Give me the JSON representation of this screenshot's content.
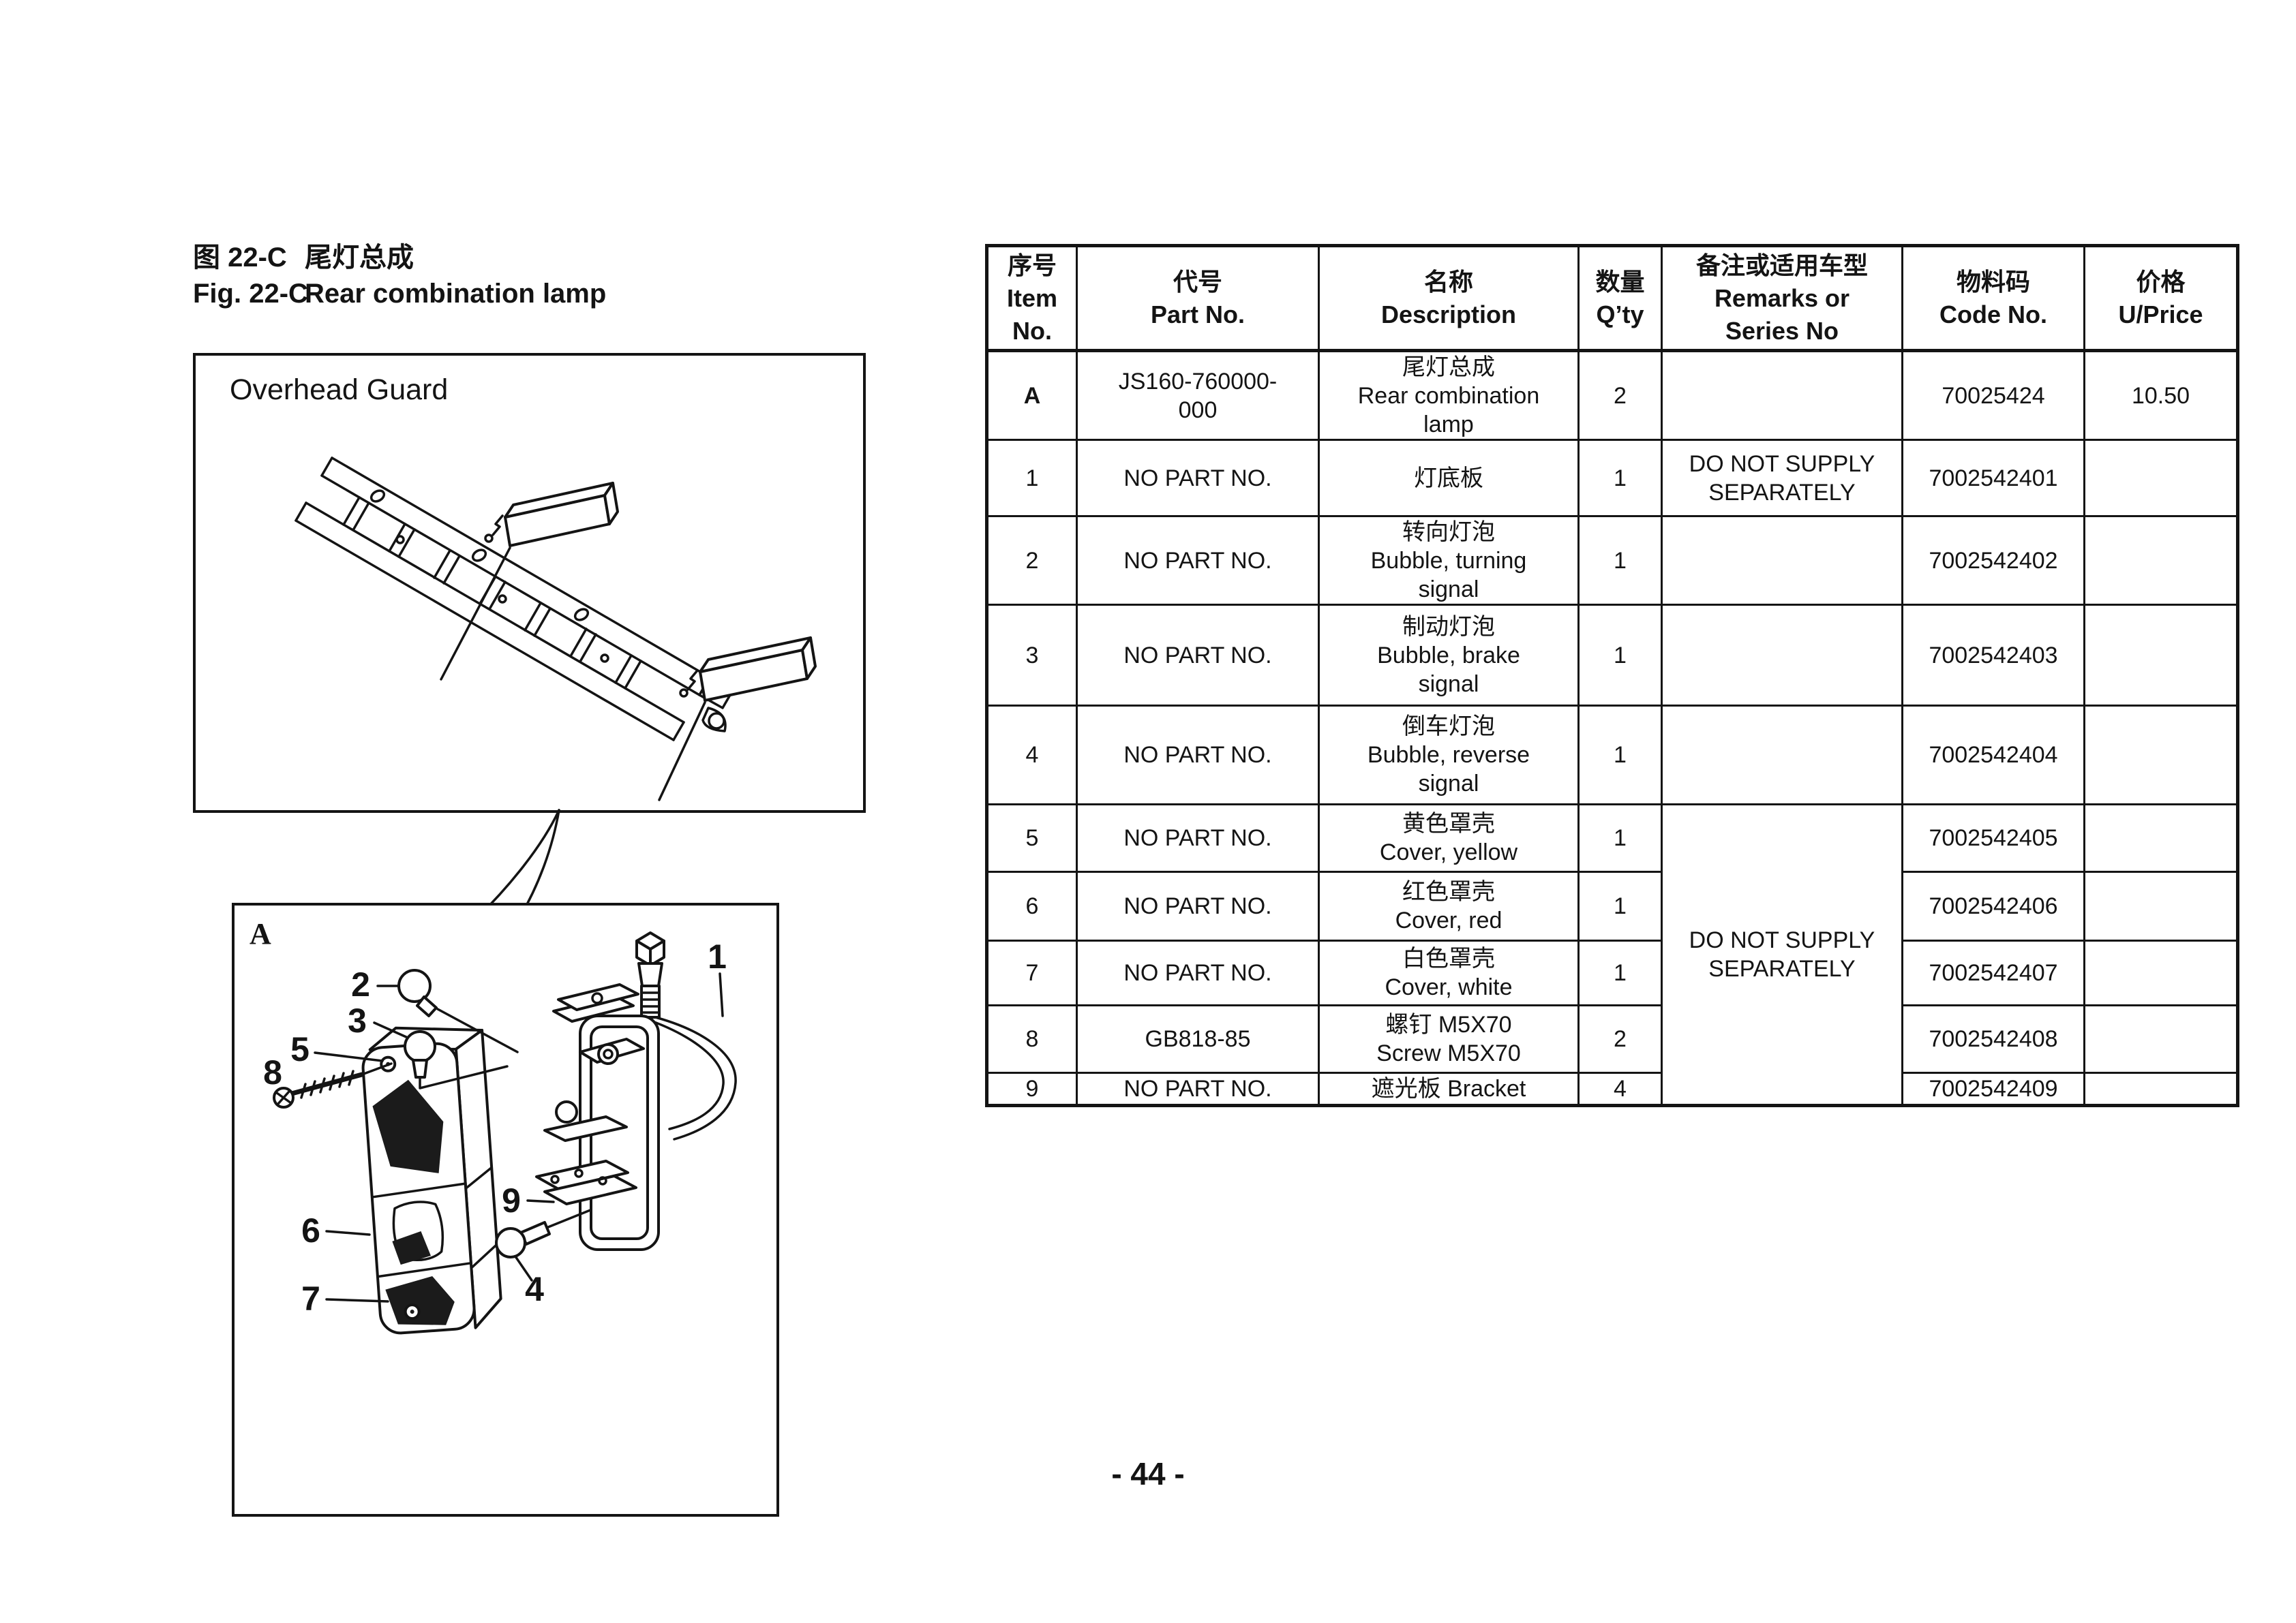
{
  "figure": {
    "fig_no_cn": "图 22-C",
    "fig_no_en": "Fig. 22-C",
    "title_cn": "尾灯总成",
    "title_en": "Rear combination lamp"
  },
  "overhead_diagram": {
    "label": "Overhead Guard"
  },
  "detail_diagram": {
    "label": "A",
    "callouts": [
      "1",
      "2",
      "3",
      "4",
      "5",
      "6",
      "7",
      "8",
      "9"
    ]
  },
  "table": {
    "headers": [
      {
        "lines": [
          "序号",
          "Item",
          "No."
        ]
      },
      {
        "lines": [
          "代号",
          "Part No."
        ]
      },
      {
        "lines": [
          "名称",
          "Description"
        ]
      },
      {
        "lines": [
          "数量",
          "Q’ty"
        ]
      },
      {
        "lines": [
          "备注或适用车型",
          "Remarks or",
          "Series No"
        ]
      },
      {
        "lines": [
          "物料码",
          "Code No."
        ]
      },
      {
        "lines": [
          "价格",
          "U/Price"
        ]
      }
    ],
    "rows": [
      {
        "item": "A",
        "part": [
          "JS160-760000-",
          "000"
        ],
        "desc": [
          "尾灯总成",
          "Rear combination",
          "lamp"
        ],
        "qty": "2",
        "remarks": {
          "lines": [],
          "span": 1
        },
        "code": "70025424",
        "price": "10.50"
      },
      {
        "item": "1",
        "part": [
          "NO PART NO."
        ],
        "desc": [
          "灯底板"
        ],
        "qty": "1",
        "remarks": {
          "lines": [
            "DO NOT SUPPLY",
            "SEPARATELY"
          ],
          "span": 1
        },
        "code": "7002542401",
        "price": ""
      },
      {
        "item": "2",
        "part": [
          "NO PART NO."
        ],
        "desc": [
          "转向灯泡",
          "Bubble, turning",
          "signal"
        ],
        "qty": "1",
        "remarks": {
          "lines": [],
          "span": 1
        },
        "code": "7002542402",
        "price": ""
      },
      {
        "item": "3",
        "part": [
          "NO PART NO."
        ],
        "desc": [
          "制动灯泡",
          "Bubble, brake",
          "signal"
        ],
        "qty": "1",
        "remarks": {
          "lines": [],
          "span": 1
        },
        "code": "7002542403",
        "price": ""
      },
      {
        "item": "4",
        "part": [
          "NO PART NO."
        ],
        "desc": [
          "倒车灯泡",
          "Bubble, reverse",
          "signal"
        ],
        "qty": "1",
        "remarks": {
          "lines": [],
          "span": 1
        },
        "code": "7002542404",
        "price": ""
      },
      {
        "item": "5",
        "part": [
          "NO PART NO."
        ],
        "desc": [
          "黄色罩壳",
          "Cover, yellow"
        ],
        "qty": "1",
        "remarks": {
          "lines": [
            "DO NOT SUPPLY",
            "SEPARATELY"
          ],
          "span": 5
        },
        "code": "7002542405",
        "price": ""
      },
      {
        "item": "6",
        "part": [
          "NO PART NO."
        ],
        "desc": [
          "红色罩壳",
          "Cover, red"
        ],
        "qty": "1",
        "remarks": null,
        "code": "7002542406",
        "price": ""
      },
      {
        "item": "7",
        "part": [
          "NO PART NO."
        ],
        "desc": [
          "白色罩壳",
          "Cover, white"
        ],
        "qty": "1",
        "remarks": null,
        "code": "7002542407",
        "price": ""
      },
      {
        "item": "8",
        "part": [
          "GB818-85"
        ],
        "desc": [
          "螺钉 M5X70",
          "Screw M5X70"
        ],
        "qty": "2",
        "remarks": null,
        "code": "7002542408",
        "price": ""
      },
      {
        "item": "9",
        "part": [
          "NO PART NO."
        ],
        "desc": [
          "遮光板 Bracket"
        ],
        "qty": "4",
        "remarks": null,
        "code": "7002542409",
        "price": ""
      }
    ]
  },
  "page": {
    "number": "- 44 -"
  }
}
